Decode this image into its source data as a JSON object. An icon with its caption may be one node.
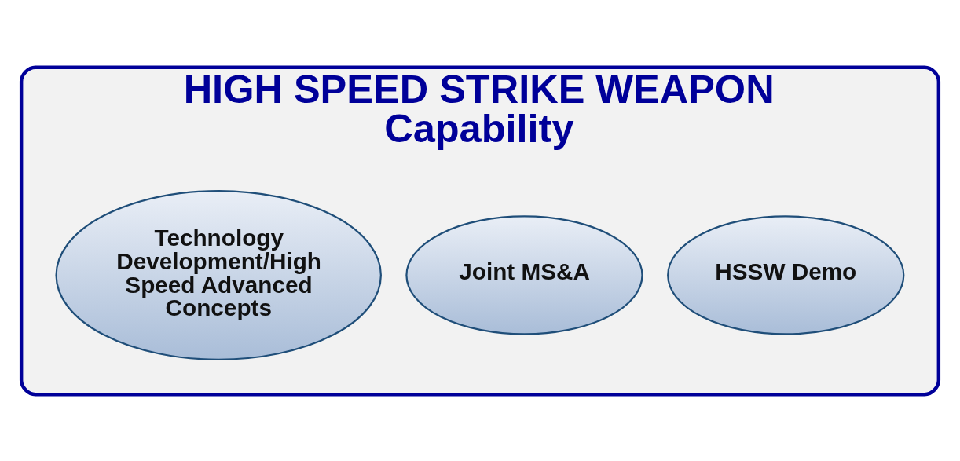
{
  "diagram": {
    "nodes": [
      {
        "text": [
          "HIGH SPEED STRIKE WEAPON",
          "Capability"
        ]
      },
      {
        "text": [
          "HSSW Demo"
        ],
        "in": 0
      },
      {
        "text": [
          "Joint MS&A"
        ],
        "in": 0
      },
      {
        "text": [
          "Technology Development/High Speed Advanced Concepts"
        ],
        "in": 0
      }
    ],
    "edges": []
  }
}
